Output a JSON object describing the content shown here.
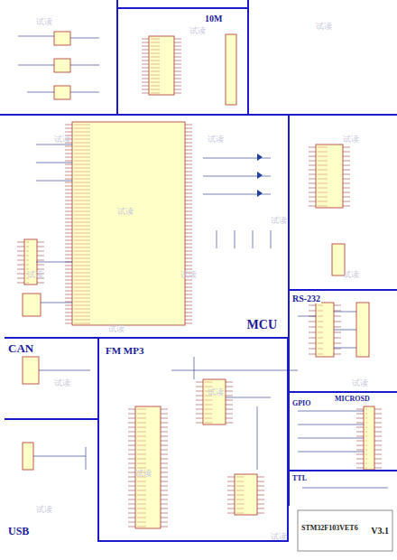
{
  "diagram": {
    "nodes": [
      {
        "text": [
          "10M"
        ]
      },
      {
        "text": [
          "MCU"
        ]
      },
      {
        "text": [
          "RS-232"
        ]
      },
      {
        "text": [
          "CAN"
        ]
      },
      {
        "text": [
          "FM MP3"
        ]
      },
      {
        "text": [
          "USB"
        ]
      },
      {
        "text": [
          "GPIO",
          "MICROSD"
        ]
      },
      {
        "text": [
          "TTL"
        ]
      },
      {
        "text": [
          "STM32F103VET6",
          "V3.1"
        ]
      }
    ],
    "labels": [
      "试读",
      "试读",
      "试读",
      "试读",
      "试读",
      "试读",
      "试读",
      "试读",
      "试读",
      "试读",
      "试读",
      "试读",
      "试读",
      "试读",
      "试读",
      "试读",
      "试读",
      "试读"
    ]
  }
}
